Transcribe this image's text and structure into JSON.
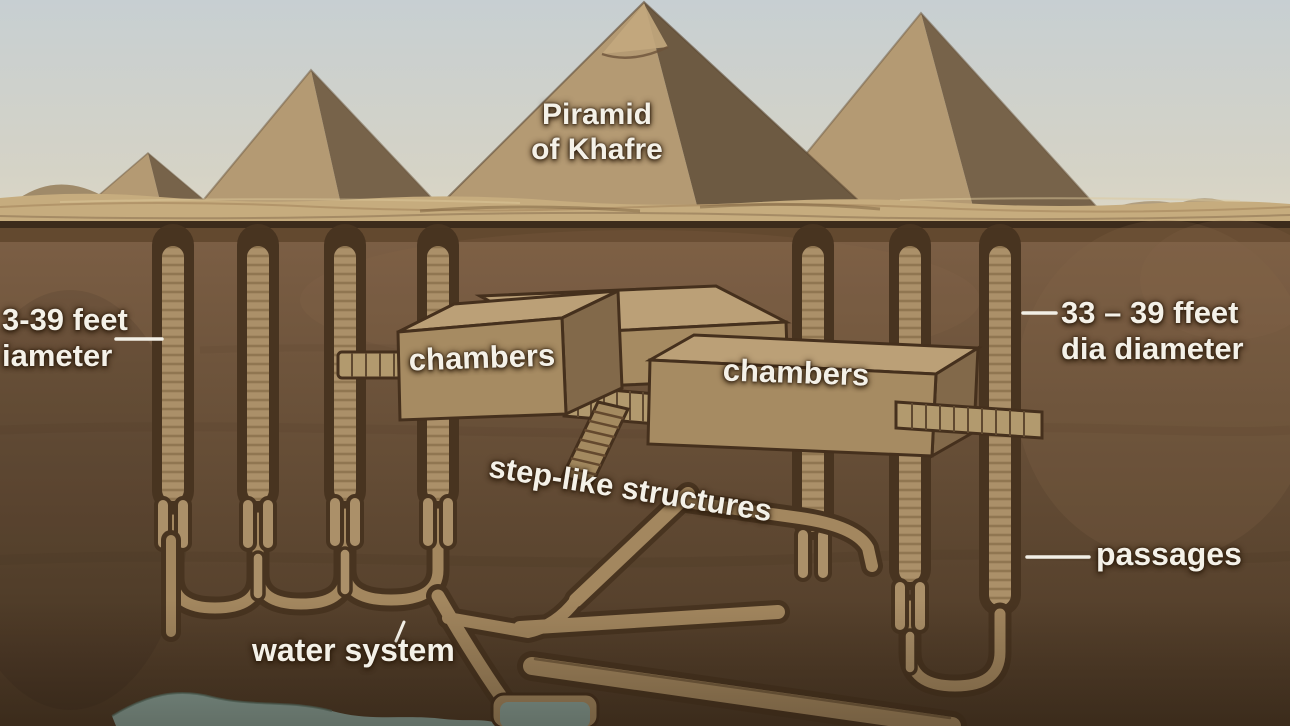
{
  "scene": {
    "title": {
      "line1": "Piramid",
      "line2": "of Khafre"
    },
    "labels": {
      "left_diameter": {
        "line1": "3-39 feet",
        "line2": "iameter"
      },
      "right_diameter": {
        "line1": "33 – 39 ffeet",
        "line2": "dia diameter"
      },
      "chamber_left": "chambers",
      "chamber_right": "chambers",
      "step_like": "step-like structures",
      "passages": "passages",
      "water_system": "water system"
    },
    "colors": {
      "text": "#f4f1e8",
      "sky_top": "#c7cfd2",
      "sky_low": "#dbd6c6",
      "pyr_light": "#b49a73",
      "pyr_dark": "#77634a",
      "pyr_dark2": "#6d5a42",
      "hill": "#a5906e",
      "sand": "#c6ac7e",
      "ground_line": "#3c2b1b",
      "earth_top": "#7b5e44",
      "earth_bottom": "#4b3825",
      "shaft_dark": "#483420",
      "shaft_fill": "#ab9069",
      "chamber_top": "#bba077",
      "chamber_front": "#a68b62",
      "chamber_side": "#82694a",
      "outline_dark": "#45301d",
      "plank": "#b29a6e",
      "passage": "#a3875f",
      "water": "#87a098",
      "leader": "#f2efe6"
    }
  }
}
